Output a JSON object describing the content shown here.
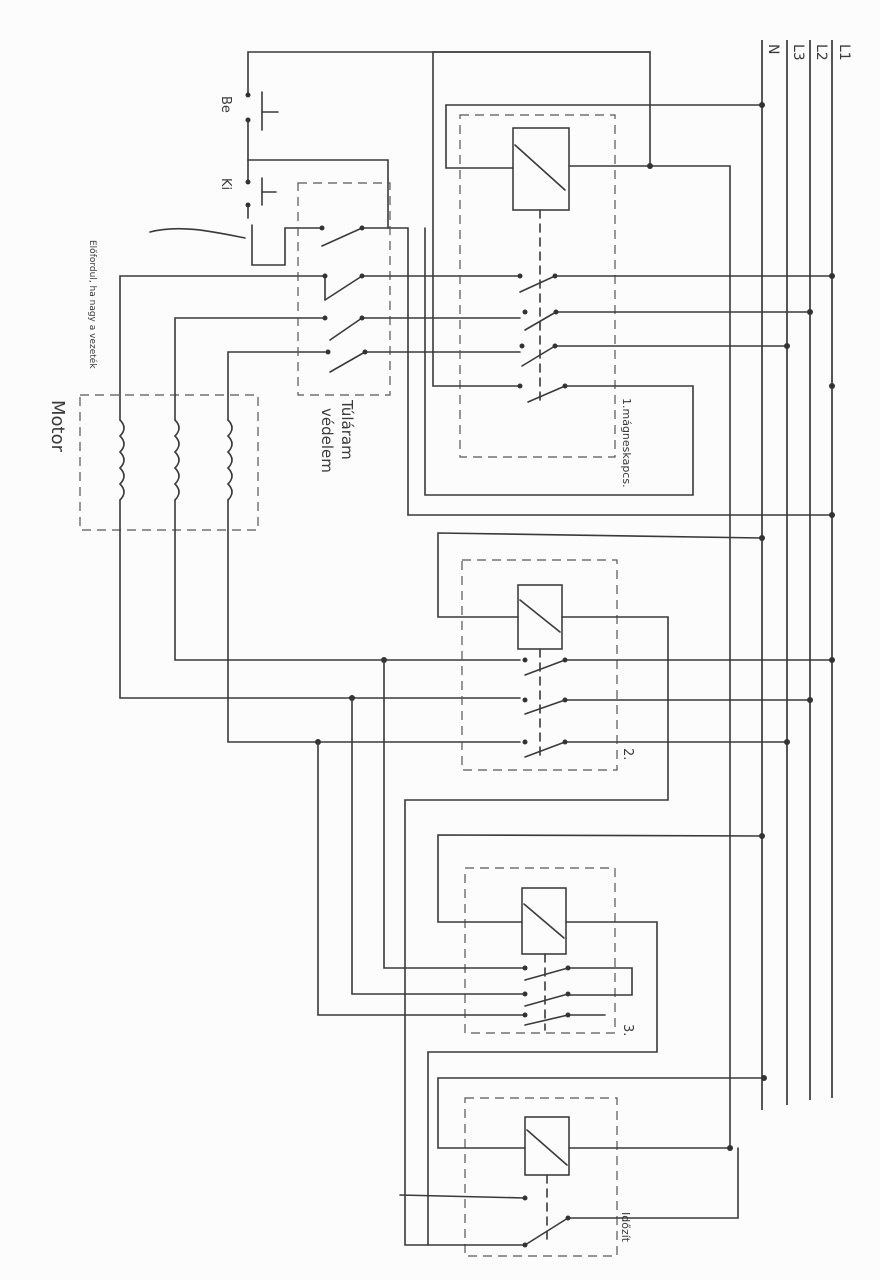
{
  "diagram": {
    "bus_labels": [
      "L1",
      "L2",
      "L3",
      "N"
    ],
    "start_button": "Be",
    "stop_button": "Ki",
    "annotation": "Előfordul, ha nagy a vezeték",
    "motor_label": "Motor",
    "overload_label_line1": "Túláram",
    "overload_label_line2": "védelem",
    "contactor_1_label": "1.mágneskapcs.",
    "contactor_2_label": "2.",
    "contactor_3_label": "3.",
    "timer_label": "Időzít"
  },
  "colors": {
    "ink": "#3a3a3a",
    "paper": "#fcfcfc"
  }
}
